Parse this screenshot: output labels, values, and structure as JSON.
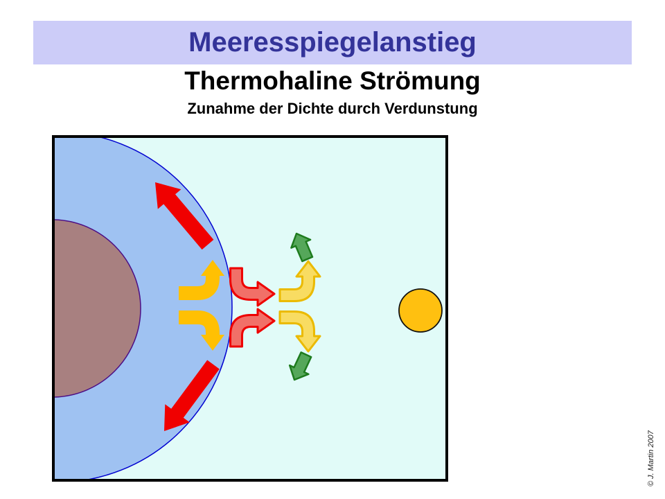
{
  "slide": {
    "title": "Meeresspiegelanstieg",
    "subtitle": "Thermohaline Strömung",
    "caption": "Zunahme der Dichte durch Verdunstung",
    "credit": "© J. Martin 2007"
  },
  "colors": {
    "banner_bg": "#ccccf8",
    "title_text": "#333399",
    "diagram_bg": "#e1fbf8",
    "diagram_border": "#000000",
    "ocean_fill": "#9fc2f2",
    "ocean_stroke": "#0000d0",
    "land_fill": "#a88080",
    "land_stroke": "#4b0d85",
    "red_arrow": "#f00000",
    "red_elbow_fill": "#f17068",
    "red_elbow_stroke": "#ee0000",
    "gold_arrow": "#ffc003",
    "pale_gold_fill": "#f8dc62",
    "pale_gold_stroke": "#ebba00",
    "green_fill": "#55a75a",
    "green_stroke": "#1e7b1e",
    "sun_fill": "#ffc010",
    "sun_stroke": "#111111",
    "credit_text": "#1a1a1a"
  }
}
